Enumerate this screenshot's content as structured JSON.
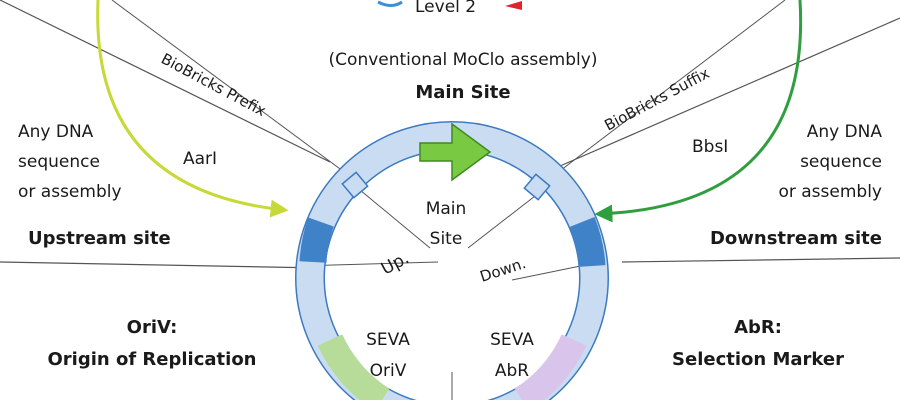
{
  "top": {
    "level_label": "Level 2"
  },
  "main_site": {
    "subtitle": "(Conventional MoClo assembly)",
    "title": "Main Site"
  },
  "prefix": {
    "label": "BioBricks Prefix"
  },
  "suffix": {
    "label": "BioBricks Suffix"
  },
  "left": {
    "any_dna": [
      "Any DNA",
      "sequence",
      "or assembly"
    ],
    "enzyme": "AarI",
    "site_title": "Upstream site"
  },
  "right": {
    "any_dna": [
      "Any DNA",
      "sequence",
      "or assembly"
    ],
    "enzyme": "BbsI",
    "site_title": "Downstream site"
  },
  "inner": {
    "main": [
      "Main",
      "Site"
    ],
    "up": "Up.",
    "down": "Down.",
    "seva_oriv": [
      "SEVA",
      "OriV"
    ],
    "seva_abr": [
      "SEVA",
      "AbR"
    ]
  },
  "oriv_box": {
    "line1": "OriV:",
    "line2": "Origin of Replication"
  },
  "abr_box": {
    "line1": "AbR:",
    "line2": "Selection Marker"
  },
  "colors": {
    "ring": "#c9dcf1",
    "ring_stroke": "#3b7ac0",
    "dark_segment": "#3f82c7",
    "main_arrow": "#7ac943",
    "oriv_segment": "#b7dc9a",
    "abr_segment": "#d9c4ec",
    "left_arrow": "#c7d936",
    "right_arrow": "#2f9e3f",
    "top_red": "#e0242b",
    "top_blue": "#3b8fd6"
  }
}
